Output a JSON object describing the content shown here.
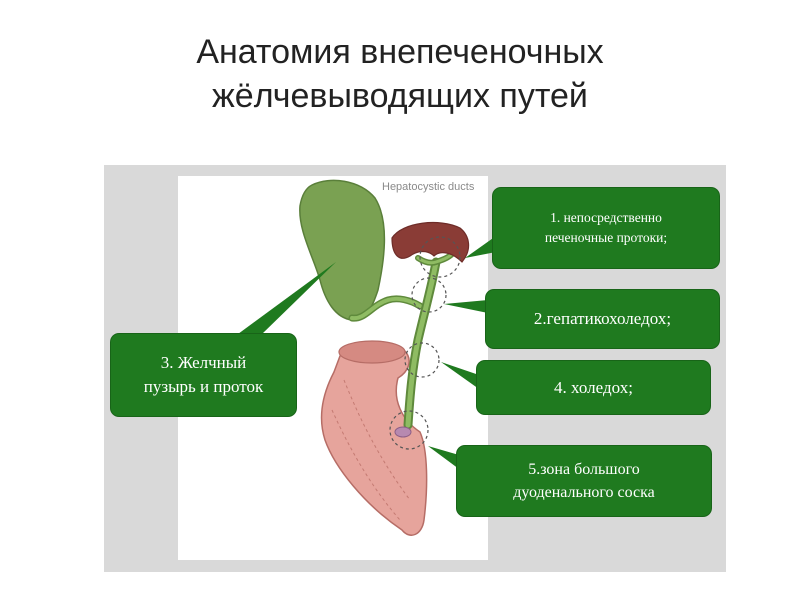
{
  "title": {
    "line1": "Анатомия внепеченочных",
    "line2": "жёлчевыводящих путей"
  },
  "figure": {
    "caption": "Hepatocystic ducts"
  },
  "callouts": {
    "hepatic_ducts": {
      "line1": "1. непосредственно",
      "line2": "печеночные протоки;"
    },
    "hepaticocholedochus": {
      "line1": "2.гепатикохоледох;"
    },
    "gallbladder": {
      "line1": "3. Желчный",
      "line2": "пузырь и проток"
    },
    "choledochus": {
      "line1": "4. холедох;"
    },
    "papilla_zone": {
      "line1": "5.зона большого",
      "line2": "дуоденального соска"
    }
  },
  "colors": {
    "callout_green": "#1f7a1f",
    "gallbladder": "#7aa152",
    "duct": "#7fa956",
    "liver": "#8a3c36",
    "duodenum": "#e6a49c",
    "panel_gray": "#d9d9d9"
  }
}
